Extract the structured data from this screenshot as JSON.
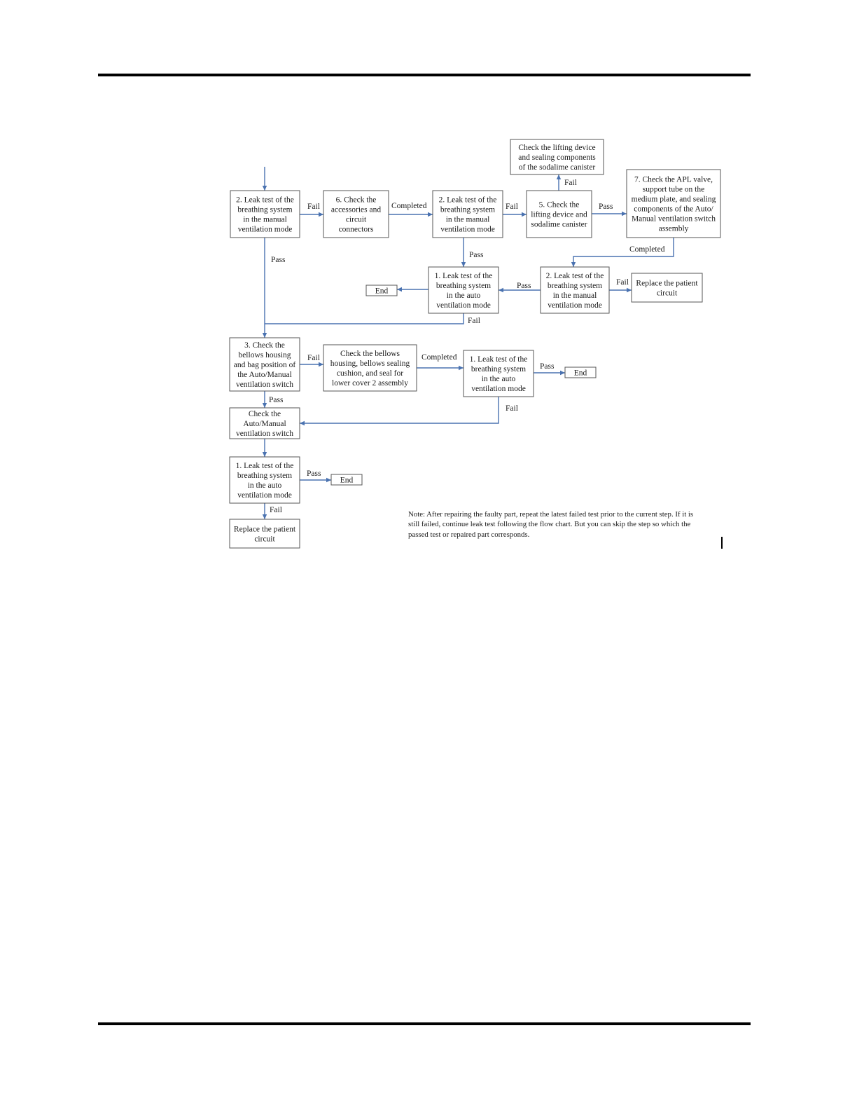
{
  "boxes": [
    {
      "id": "b1",
      "lines": [
        "2. Leak test of the",
        "breathing system",
        "in the manual",
        "ventilation mode"
      ]
    },
    {
      "id": "b2",
      "lines": [
        "6. Check the",
        "accessories and",
        "circuit",
        "connectors"
      ]
    },
    {
      "id": "b3",
      "lines": [
        "2. Leak test of the",
        "breathing system",
        "in the manual",
        "ventilation mode"
      ]
    },
    {
      "id": "b4",
      "lines": [
        "5. Check the",
        "lifting device and",
        "sodalime canister"
      ]
    },
    {
      "id": "b5",
      "lines": [
        "Check the lifting device",
        "and sealing components",
        "of the sodalime canister"
      ]
    },
    {
      "id": "b6",
      "lines": [
        "7. Check the APL valve,",
        "support tube on the",
        "medium plate, and sealing",
        "components of the Auto/",
        "Manual ventilation switch",
        "assembly"
      ]
    },
    {
      "id": "b7",
      "lines": [
        "2. Leak test of the",
        "breathing system",
        "in the manual",
        "ventilation mode"
      ]
    },
    {
      "id": "b8",
      "lines": [
        "Replace the patient",
        "circuit"
      ]
    },
    {
      "id": "b9",
      "lines": [
        "1. Leak test of the",
        "breathing system",
        "in the auto",
        "ventilation mode"
      ]
    },
    {
      "id": "b10",
      "lines": [
        "End"
      ]
    },
    {
      "id": "b11",
      "lines": [
        "3. Check the",
        "bellows housing",
        "and bag position of",
        "the Auto/Manual",
        "ventilation switch"
      ]
    },
    {
      "id": "b12",
      "lines": [
        "Check the bellows",
        "housing, bellows sealing",
        "cushion, and seal for",
        "lower cover 2 assembly"
      ]
    },
    {
      "id": "b13",
      "lines": [
        "1. Leak test of the",
        "breathing system",
        "in the auto",
        "ventilation mode"
      ]
    },
    {
      "id": "b14",
      "lines": [
        "End"
      ]
    },
    {
      "id": "b15",
      "lines": [
        "Check the",
        "Auto/Manual",
        "ventilation switch"
      ]
    },
    {
      "id": "b16",
      "lines": [
        "1. Leak test of the",
        "breathing system",
        "in the auto",
        "ventilation mode"
      ]
    },
    {
      "id": "b17",
      "lines": [
        "End"
      ]
    },
    {
      "id": "b18",
      "lines": [
        "Replace the patient",
        "circuit"
      ]
    }
  ],
  "edge_labels": [
    {
      "id": "l1",
      "text": "Fail"
    },
    {
      "id": "l2",
      "text": "Completed"
    },
    {
      "id": "l3",
      "text": "Fail"
    },
    {
      "id": "l4",
      "text": "Fail"
    },
    {
      "id": "l5",
      "text": "Pass"
    },
    {
      "id": "l6",
      "text": "Completed"
    },
    {
      "id": "l7",
      "text": "Pass"
    },
    {
      "id": "l8",
      "text": "Pass"
    },
    {
      "id": "l9",
      "text": "Fail"
    },
    {
      "id": "l10",
      "text": "Pass"
    },
    {
      "id": "l11",
      "text": "Fail"
    },
    {
      "id": "l12",
      "text": "Fail"
    },
    {
      "id": "l13",
      "text": "Completed"
    },
    {
      "id": "l14",
      "text": "Pass"
    },
    {
      "id": "l15",
      "text": "Pass"
    },
    {
      "id": "l16",
      "text": "Fail"
    },
    {
      "id": "l17",
      "text": "Pass"
    },
    {
      "id": "l18",
      "text": "Fail"
    }
  ],
  "note": {
    "text": "Note: After repairing the faulty part, repeat the latest failed test prior to the current step. If it is still failed, continue leak test following the flow chart. But you can skip the step so which the passed test or repaired part corresponds."
  }
}
